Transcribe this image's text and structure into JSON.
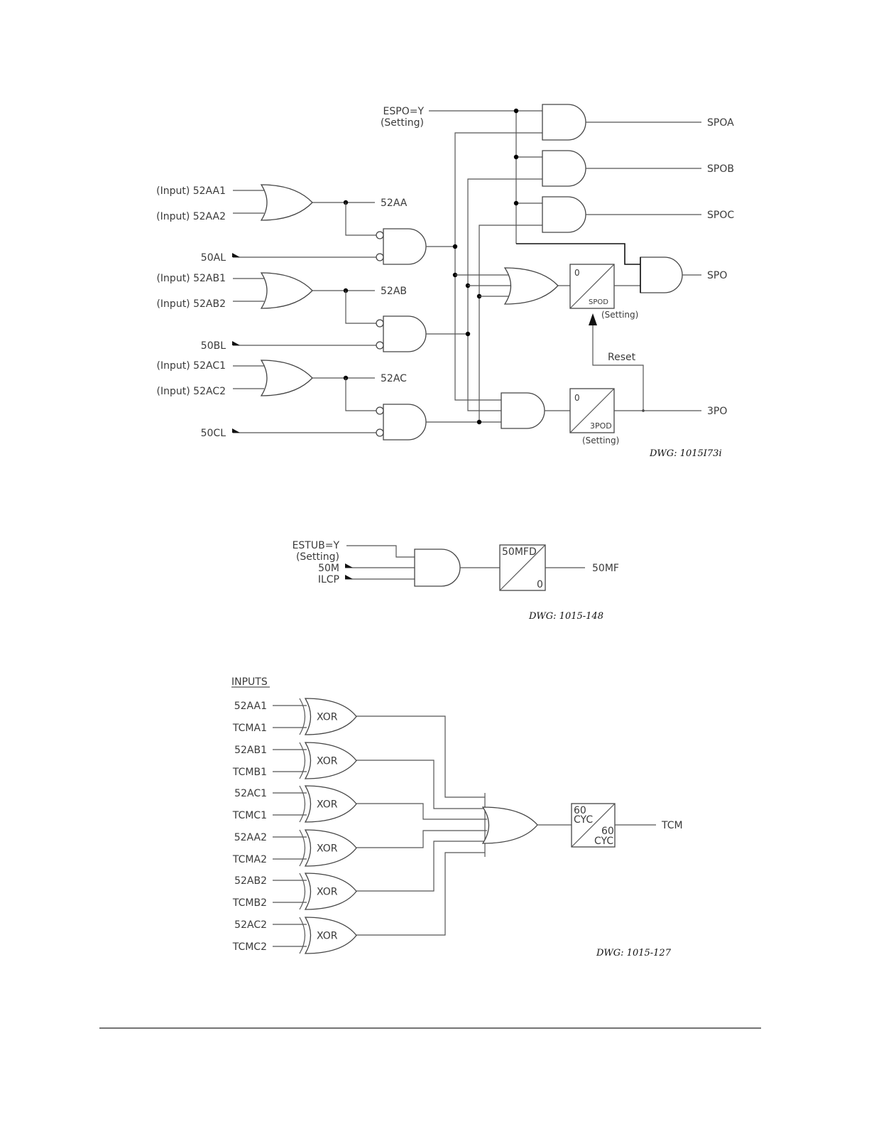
{
  "diagram1": {
    "signals": {
      "espo": "ESPO=Y",
      "espo_setting": "(Setting)",
      "in_52aa1": "(Input)  52AA1",
      "in_52aa2": "(Input)  52AA2",
      "in_50al": "50AL",
      "in_52ab1": "(Input)  52AB1",
      "in_52ab2": "(Input)  52AB2",
      "in_50bl": "50BL",
      "in_52ac1": "(Input)  52AC1",
      "in_52ac2": "(Input)  52AC2",
      "in_50cl": "50CL",
      "out_52aa": "52AA",
      "out_52ab": "52AB",
      "out_52ac": "52AC",
      "out_spoa": "SPOA",
      "out_spob": "SPOB",
      "out_spoc": "SPOC",
      "out_spo": "SPO",
      "out_3po": "3PO",
      "reset": "Reset"
    },
    "timers": {
      "spod_pickup": "0",
      "spod_name": "SPOD",
      "spod_setting": "(Setting)",
      "tpod_pickup": "0",
      "tpod_name": "3POD",
      "tpod_setting": "(Setting)"
    },
    "drawing_number": "DWG:    1015I73i"
  },
  "diagram2": {
    "signals": {
      "estub": "ESTUB=Y",
      "estub_setting": "(Setting)",
      "in_50m": "50M",
      "in_ilcp": "ILCP",
      "out_50mf": "50MF"
    },
    "timer": {
      "pickup": "50MFD",
      "dropout": "0"
    },
    "drawing_number": "DWG:    1015-148"
  },
  "diagram3": {
    "inputs_header": "INPUTS",
    "xor_label": "XOR",
    "inputs": [
      [
        "52AA1",
        "TCMA1"
      ],
      [
        "52AB1",
        "TCMB1"
      ],
      [
        "52AC1",
        "TCMC1"
      ],
      [
        "52AA2",
        "TCMA2"
      ],
      [
        "52AB2",
        "TCMB2"
      ],
      [
        "52AC2",
        "TCMC2"
      ]
    ],
    "timer": {
      "pickup_value": "60",
      "pickup_unit": "CYC",
      "dropout_value": "60",
      "dropout_unit": "CYC"
    },
    "output": "TCM",
    "drawing_number": "DWG:    1015-127"
  }
}
